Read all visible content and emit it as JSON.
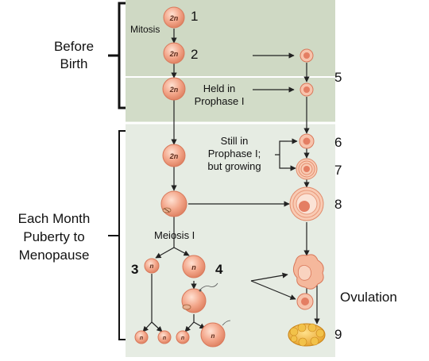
{
  "labels": {
    "before_birth": [
      "Before",
      "Birth"
    ],
    "each_month": [
      "Each Month",
      "Puberty to",
      "Menopause"
    ],
    "mitosis": "Mitosis",
    "held": [
      "Held in",
      "Prophase I"
    ],
    "still": [
      "Still in",
      "Prophase I;",
      "but growing"
    ],
    "meiosis": "Meiosis I",
    "ovulation": "Ovulation",
    "diploid": "2n",
    "haploid": "n"
  },
  "numbers": {
    "n1": "1",
    "n2": "2",
    "n3": "3",
    "n4": "4",
    "n5": "5",
    "n6": "6",
    "n7": "7",
    "n8": "8",
    "n9": "9"
  },
  "colors": {
    "top_panel": "#cfd9c4",
    "bottom_panel": "#e5ebe2",
    "cell": "#f2a489",
    "cell_edge": "#d9785a",
    "follicle": "#f5b08e",
    "corpus": "#f0b23c",
    "arrow": "#222222",
    "divider": "#ffffff"
  }
}
